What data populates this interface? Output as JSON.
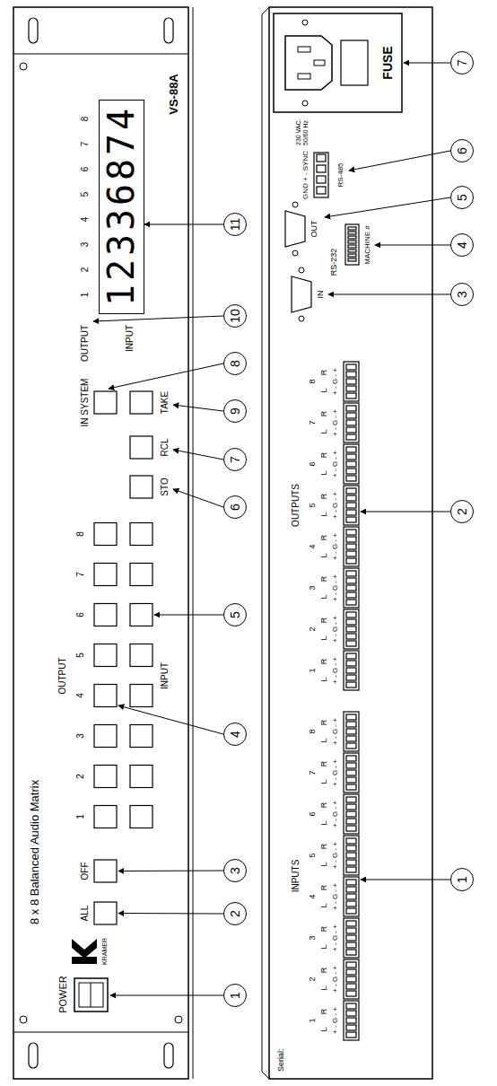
{
  "diagram": {
    "nodes": [
      {
        "text": [
          "1"
        ]
      },
      {
        "text": [
          "2"
        ]
      },
      {
        "text": [
          "3"
        ]
      },
      {
        "text": [
          "4"
        ]
      },
      {
        "text": [
          "5"
        ]
      },
      {
        "text": [
          "6"
        ]
      },
      {
        "text": [
          "7"
        ]
      },
      {
        "text": [
          "8"
        ]
      },
      {
        "text": [
          "9"
        ]
      },
      {
        "text": [
          "10"
        ]
      },
      {
        "text": [
          "11"
        ]
      },
      {
        "text": [
          "1",
          "2",
          "3",
          "3",
          "6",
          "8",
          "7",
          "4"
        ]
      },
      {
        "text": [
          "1"
        ]
      },
      {
        "text": [
          "2"
        ]
      },
      {
        "text": [
          "3"
        ]
      },
      {
        "text": [
          "4"
        ]
      },
      {
        "text": [
          "5"
        ]
      },
      {
        "text": [
          "6"
        ]
      },
      {
        "text": [
          "7"
        ]
      }
    ],
    "edges": [
      {
        "from": 10,
        "to": 11,
        "arrow": "to"
      }
    ],
    "labels": [
      "POWER",
      "KRAMER",
      "8 x 8 Balanced Audio Matrix",
      "ALL",
      "OFF",
      "OUTPUT",
      "1",
      "2",
      "3",
      "4",
      "5",
      "6",
      "7",
      "8",
      "INPUT",
      "STO",
      "RCL",
      "IN SYSTEM",
      "TAKE",
      "OUTPUT",
      "INPUT",
      "1",
      "2",
      "3",
      "4",
      "5",
      "6",
      "7",
      "8",
      "VS-88A",
      "Serial:",
      "INPUTS",
      "1",
      "L",
      "R",
      "+ - G - +",
      "2",
      "L",
      "R",
      "+ - G - +",
      "3",
      "L",
      "R",
      "+ - G - +",
      "4",
      "L",
      "R",
      "+ - G - +",
      "5",
      "L",
      "R",
      "+ - G - +",
      "6",
      "L",
      "R",
      "+ - G - +",
      "7",
      "L",
      "R",
      "+ - G - +",
      "8",
      "L",
      "R",
      "+ - G - +",
      "OUTPUTS",
      "1",
      "L",
      "R",
      "+ - G - +",
      "2",
      "L",
      "R",
      "+ - G - +",
      "3",
      "L",
      "R",
      "+ - G - +",
      "4",
      "L",
      "R",
      "+ - G - +",
      "5",
      "L",
      "R",
      "+ - G - +",
      "6",
      "L",
      "R",
      "+ - G - +",
      "7",
      "L",
      "R",
      "+ - G - +",
      "8",
      "L",
      "R",
      "+ - G - +",
      "IN",
      "RS-232",
      "OUT",
      "MACHINE #",
      "GND + - SYNC",
      "RS-485",
      "230 VAC. 50/60 Hz",
      "FUSE"
    ]
  }
}
